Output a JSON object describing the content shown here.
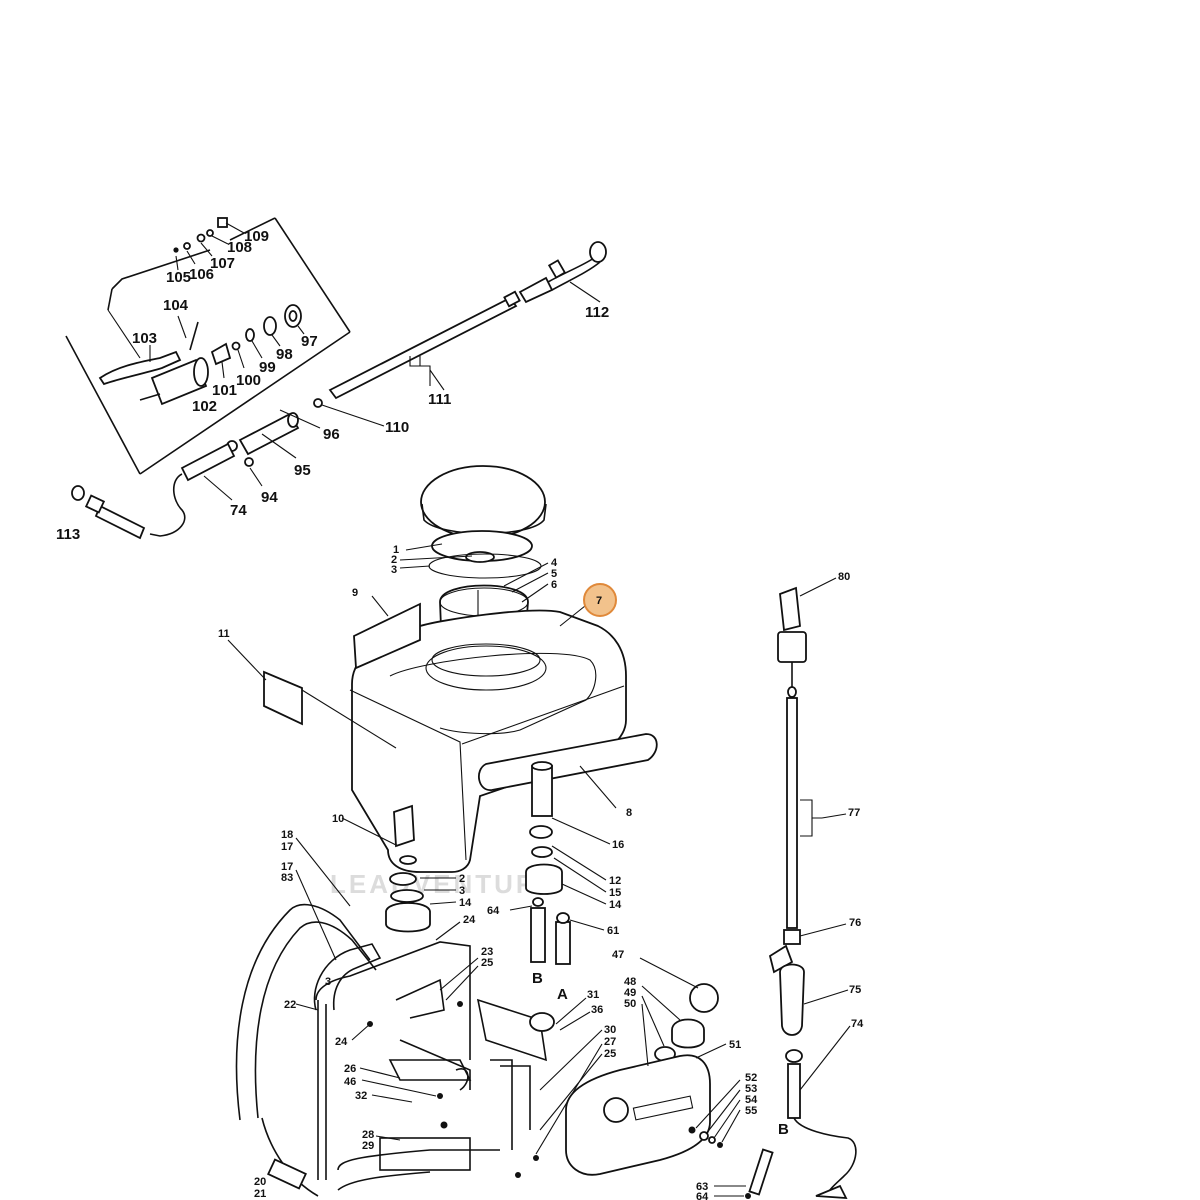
{
  "diagram": {
    "watermark": "LEADVENTURE",
    "callouts": {
      "c109": "109",
      "c108": "108",
      "c107": "107",
      "c106": "106",
      "c105": "105",
      "c104": "104",
      "c103": "103",
      "c102": "102",
      "c101": "101",
      "c100": "100",
      "c99": "99",
      "c98": "98",
      "c97": "97",
      "c96": "96",
      "c95": "95",
      "c94": "94",
      "c74a": "74",
      "c113": "113",
      "c112": "112",
      "c111": "111",
      "c110": "110",
      "c1": "1",
      "c2": "2",
      "c3": "3",
      "c4": "4",
      "c5": "5",
      "c6": "6",
      "c7": "7",
      "c9": "9",
      "c11": "11",
      "c8": "8",
      "c16": "16",
      "c10": "10",
      "c2b": "2",
      "c3b": "3",
      "c14b": "14",
      "c12c": "12",
      "c15c": "15",
      "c14c": "14",
      "c64": "64",
      "c61": "61",
      "cB": "B",
      "cA": "A",
      "c18": "18",
      "c17": "17",
      "c17b": "17",
      "c83": "83",
      "c3d": "3",
      "c24": "24",
      "c23": "23",
      "c25": "25",
      "c22": "22",
      "c24b": "24",
      "c31": "31",
      "c36": "36",
      "c30": "30",
      "c27": "27",
      "c25b": "25",
      "c26": "26",
      "c46": "46",
      "c32": "32",
      "c28": "28",
      "c29": "29",
      "c20": "20",
      "c21": "21",
      "c47": "47",
      "c48": "48",
      "c49": "49",
      "c50": "50",
      "c51": "51",
      "c52": "52",
      "c53": "53",
      "c54": "54",
      "c55": "55",
      "c80": "80",
      "c77": "77",
      "c76": "76",
      "c75": "75",
      "c74b": "74",
      "cB2": "B",
      "c63": "63",
      "c64b": "64"
    }
  }
}
